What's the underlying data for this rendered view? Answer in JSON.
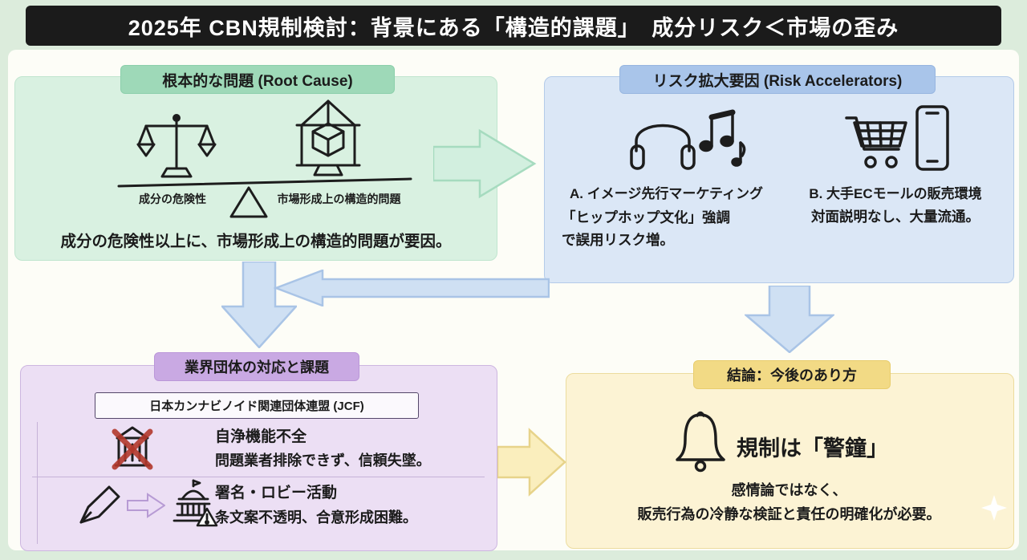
{
  "title": "2025年 CBN規制検討：背景にある「構造的課題」　成分リスク＜市場の歪み",
  "root_cause": {
    "header": "根本的な問題 (Root Cause)",
    "scale_label": "成分の危険性",
    "structure_label": "市場形成上の構造的問題",
    "summary": "成分の危険性以上に、市場形成上の構造的問題が要因。"
  },
  "risk_accelerators": {
    "header": "リスク拡大要因 (Risk Accelerators)",
    "item_a": {
      "title": "A. イメージ先行マーケティング",
      "desc": "「ヒップホップ文化」強調で誤用リスク増。"
    },
    "item_b": {
      "title": "B. 大手ECモールの販売環境",
      "desc": "対面説明なし、大量流通。"
    }
  },
  "industry_response": {
    "header": "業界団体の対応と課題",
    "org_label": "日本カンナビノイド関連団体連盟 (JCF)",
    "row1": {
      "title": "自浄機能不全",
      "desc": "問題業者排除できず、信頼失墜。"
    },
    "row2": {
      "title": "署名・ロビー活動",
      "desc": "条文案不透明、合意形成困難。"
    }
  },
  "conclusion": {
    "header": "結論：今後のあり方",
    "title": "規制は「警鐘」",
    "desc_line1": "感情論ではなく、",
    "desc_line2": "販売行為の冷静な検証と責任の明確化が必要。"
  },
  "icons": {
    "balance_scale": "balance-scale-icon",
    "market_structure": "market-structure-icon",
    "fulcrum": "seesaw-fulcrum-icon",
    "headphones": "headphones-icon",
    "music_notes": "music-notes-icon",
    "shopping_cart": "shopping-cart-icon",
    "smartphone": "smartphone-icon",
    "building_crossed": "building-crossed-out-icon",
    "pen": "pen-icon",
    "capitol_warning": "capitol-warning-icon",
    "bell": "bell-icon",
    "sparkle": "sparkle-icon"
  },
  "colors": {
    "title_bar_bg": "#1b1b1b",
    "page_bg": "#dcecdc",
    "green_box": "#d9f1e1",
    "green_badge": "#9ed9b8",
    "blue_box": "#dbe7f6",
    "blue_badge": "#a9c5ea",
    "purple_box": "#ecdff4",
    "purple_badge": "#c9a9e3",
    "yellow_box": "#fcf3d4",
    "yellow_badge": "#f2da85",
    "red_x": "#b3382c"
  }
}
